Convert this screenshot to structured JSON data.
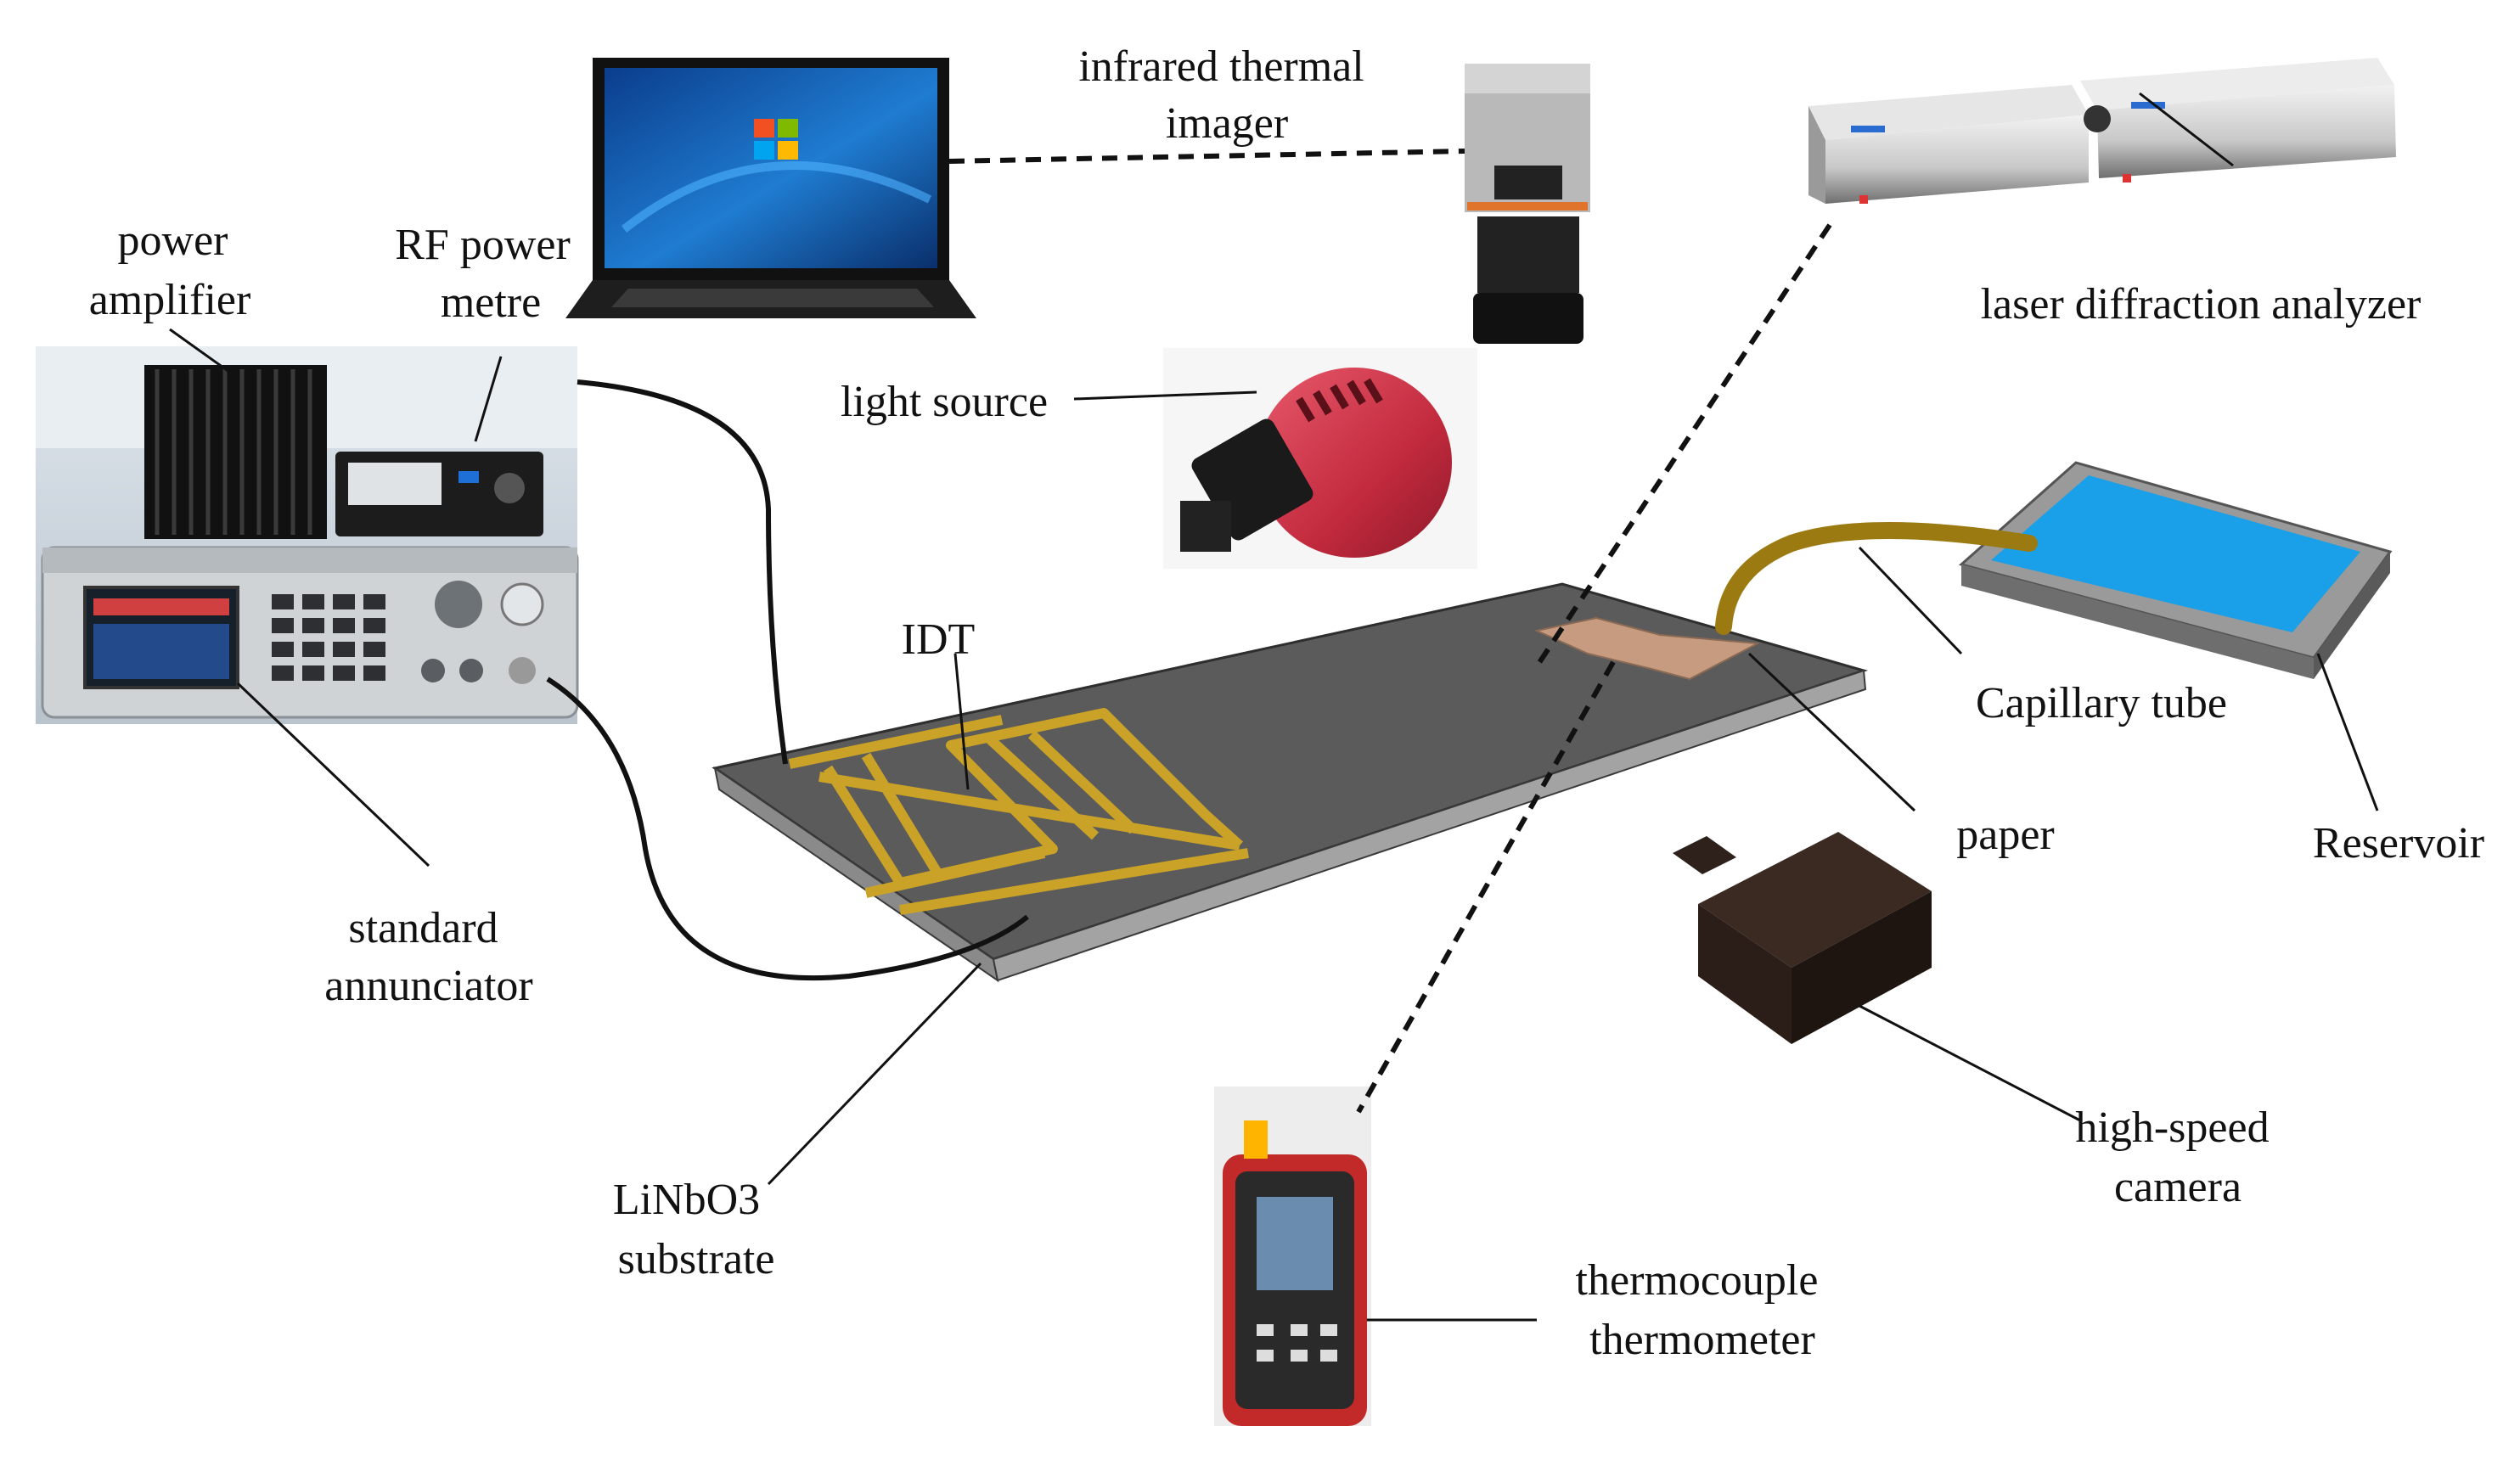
{
  "labels": {
    "power_amplifier": [
      "power",
      "amplifier"
    ],
    "rf_power_metre": [
      "RF power",
      "metre"
    ],
    "standard_annunciator": [
      "standard",
      "annunciator"
    ],
    "infrared_thermal_imager": [
      "infrared thermal",
      "imager"
    ],
    "light_source": "light source",
    "laser_diffraction_analyzer": "laser diffraction analyzer",
    "idt": "IDT",
    "capillary_tube": "Capillary tube",
    "paper": "paper",
    "reservoir": "Reservoir",
    "high_speed_camera": [
      "high-speed",
      "camera"
    ],
    "linbo3_substrate": [
      "LiNbO3",
      "substrate"
    ],
    "thermocouple_thermometer": [
      "thermocouple",
      "thermometer"
    ]
  },
  "colors": {
    "substrate_top": "#5a5a5a",
    "substrate_side": "#8c8c8c",
    "electrode": "#c9a227",
    "reservoir_water": "#1aa0e8",
    "light_source_body": "#d7364a",
    "paper": "#c79b7f",
    "capillary": "#9c7a12",
    "camera_body": "#2b1d17"
  }
}
